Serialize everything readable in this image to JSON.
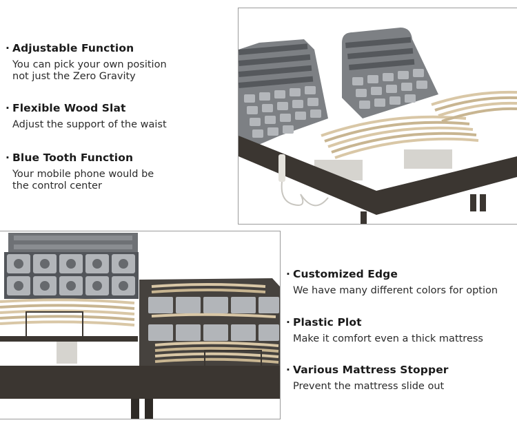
{
  "top_section": {
    "features": [
      {
        "title": "Adjustable Function",
        "desc_lines": [
          "You can pick your own position",
          "not just the Zero Gravity"
        ]
      },
      {
        "title": "Flexible Wood Slat",
        "desc_lines": [
          "Adjust the support of the waist"
        ]
      },
      {
        "title": "Blue Tooth Function",
        "desc_lines": [
          "Your mobile phone would be",
          "the control center"
        ]
      }
    ],
    "image_alt": "Adjustable bed frame with raised head sections, wood slats and wired remote"
  },
  "bottom_section": {
    "features": [
      {
        "title": "Customized Edge",
        "desc_lines": [
          "We have many different colors for option"
        ]
      },
      {
        "title": "Plastic Plot",
        "desc_lines": [
          "Make it comfort even a thick mattress"
        ]
      },
      {
        "title": "Various Mattress Stopper",
        "desc_lines": [
          "Prevent the mattress slide out"
        ]
      }
    ],
    "image_alt": "Close-up of adjustable bed frame with plastic plots, wood slats and mattress stopper bars"
  },
  "bullet": "·",
  "colors": {
    "frame": "#3b3631",
    "slat_wood": "#d9c7a6",
    "plastic_plot": "#a9acb0",
    "border": "#9a9a9a"
  }
}
